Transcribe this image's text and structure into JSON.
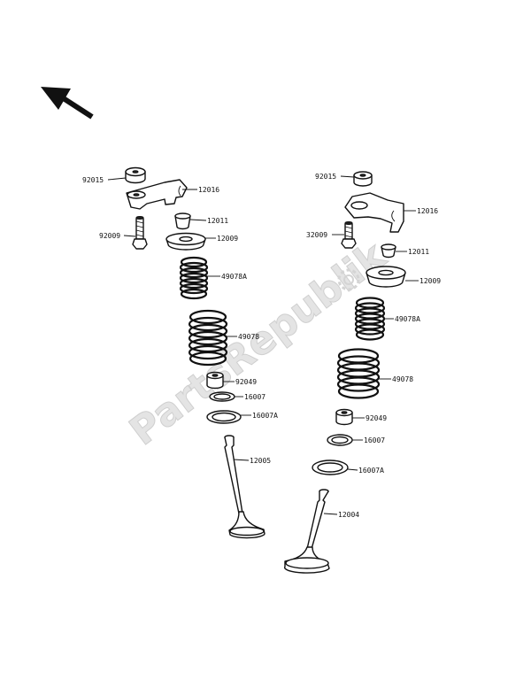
{
  "watermark": "PartsRepublik",
  "left_labels": [
    {
      "id": "l-82015",
      "text": "92015"
    },
    {
      "id": "l-12016",
      "text": "12016"
    },
    {
      "id": "l-12011",
      "text": "12011"
    },
    {
      "id": "l-92009",
      "text": "92009"
    },
    {
      "id": "l-12009",
      "text": "12009"
    },
    {
      "id": "l-49078a",
      "text": "49078A"
    },
    {
      "id": "l-49078",
      "text": "49078"
    },
    {
      "id": "l-92049",
      "text": "92049"
    },
    {
      "id": "l-16007",
      "text": "16007"
    },
    {
      "id": "l-16007a",
      "text": "16007A"
    },
    {
      "id": "l-12005",
      "text": "12005"
    }
  ],
  "right_labels": [
    {
      "id": "r-92015",
      "text": "92015"
    },
    {
      "id": "r-12016",
      "text": "12016"
    },
    {
      "id": "r-32009",
      "text": "32009"
    },
    {
      "id": "r-12011",
      "text": "12011"
    },
    {
      "id": "r-12009",
      "text": "12009"
    },
    {
      "id": "r-49078a",
      "text": "49078A"
    },
    {
      "id": "r-49078",
      "text": "49078"
    },
    {
      "id": "r-92049",
      "text": "92049"
    },
    {
      "id": "r-16007",
      "text": "16007"
    },
    {
      "id": "r-16007a",
      "text": "16007A"
    },
    {
      "id": "r-12004",
      "text": "12004"
    }
  ]
}
